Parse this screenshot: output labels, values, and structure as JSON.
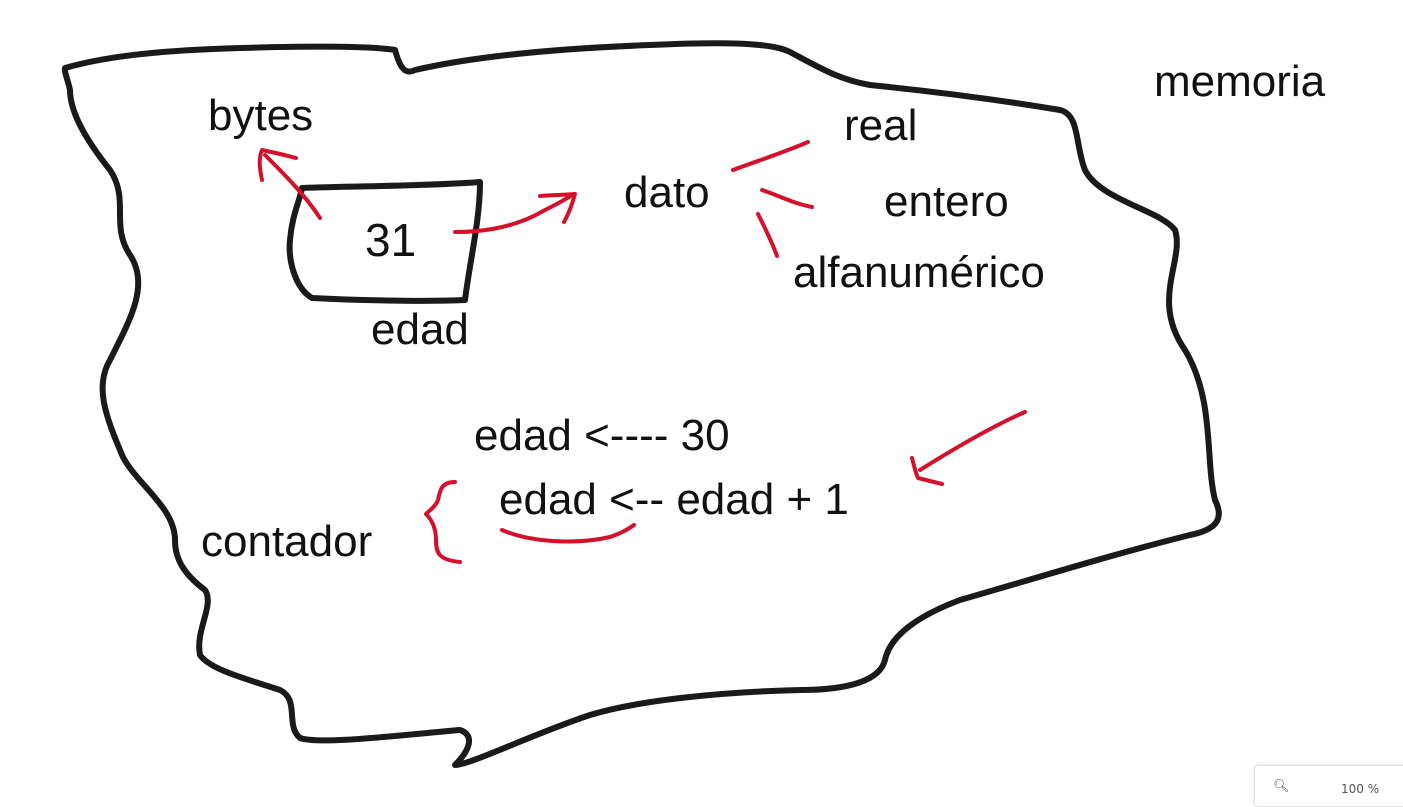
{
  "labels": {
    "memoria": "memoria",
    "bytes": "bytes",
    "value": "31",
    "variable_name": "edad",
    "dato": "dato",
    "real": "real",
    "entero": "entero",
    "alfanumerico": "alfanumérico",
    "assign1": "edad <---- 30",
    "assign2": "edad <-- edad + 1",
    "contador": "contador"
  },
  "zoom": {
    "icon": "zoom-icon",
    "value": "100 %"
  },
  "colors": {
    "ink": "#1a1a1a",
    "annotation": "#d4102a",
    "background": "#ffffff"
  }
}
